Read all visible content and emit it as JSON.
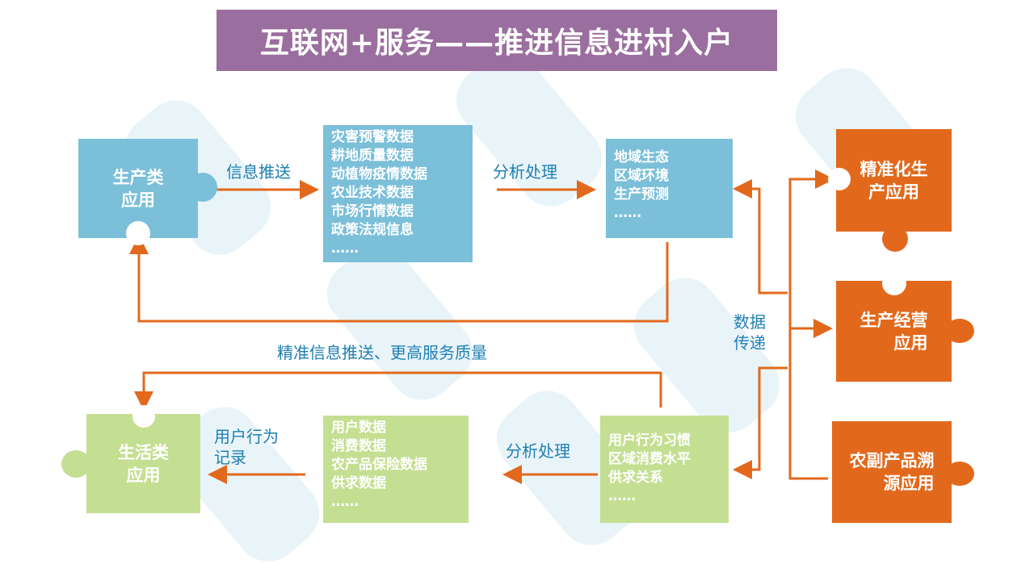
{
  "title": "互联网+服务——推进信息进村入户",
  "production_app": {
    "line1": "生产类",
    "line2": "应用"
  },
  "push_label": "信息推送",
  "data_list": [
    "灾害预警数据",
    "耕地质量数据",
    "动植物疫情数据",
    "农业技术数据",
    "市场行情数据",
    "政策法规信息",
    "……"
  ],
  "analysis_top_label": "分析处理",
  "analysis_result": [
    "地域生态",
    "区域环境",
    "生产预测",
    "……"
  ],
  "data_transfer_label": {
    "line1": "数据",
    "line2": "传递"
  },
  "orange_apps": [
    {
      "line1": "精准化生",
      "line2": "产应用"
    },
    {
      "line1": "生产经营",
      "line2": "应用"
    },
    {
      "line1": "农副产品溯",
      "line2": "源应用"
    }
  ],
  "feedback_label": "精准信息推送、更高服务质量",
  "life_app": {
    "line1": "生活类",
    "line2": "应用"
  },
  "record_label": {
    "line1": "用户行为",
    "line2": "记录"
  },
  "user_data": [
    "用户数据",
    "消费数据",
    "农产品保险数据",
    "供求数据",
    "……"
  ],
  "analysis_bottom_label": "分析处理",
  "user_result": [
    "用户行为习惯",
    "区域消费水平",
    "供求关系",
    "……"
  ],
  "colors": {
    "blue": "#7bbfd9",
    "green": "#c4df92",
    "orange": "#e2691c",
    "title_bg": "#9a6e9e",
    "label": "#1e7fb3",
    "line": "#e2691c"
  }
}
